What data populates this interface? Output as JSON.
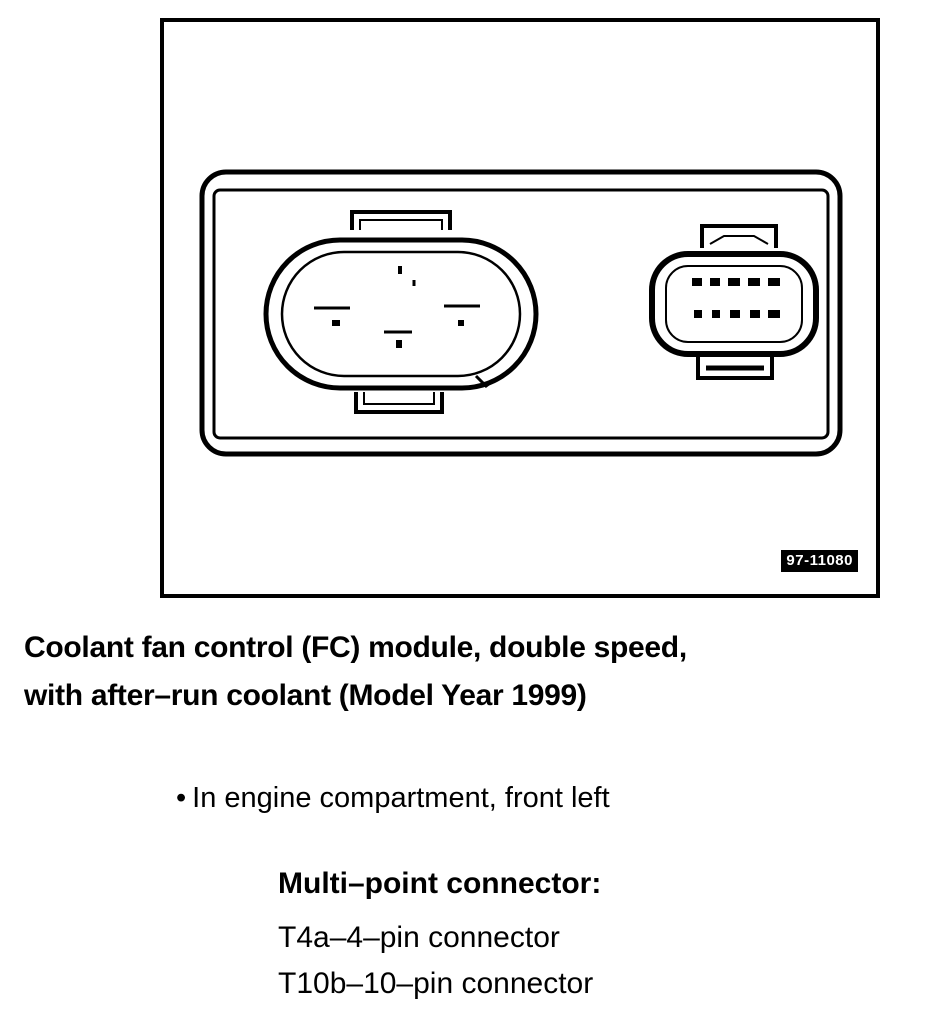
{
  "figure": {
    "id_label": "97-11080"
  },
  "caption": {
    "line1": "Coolant fan control (FC) module, double speed,",
    "line2": "with after–run coolant (Model Year 1999)"
  },
  "location": {
    "bullet": "•",
    "text": "In engine compartment, front left"
  },
  "connectors": {
    "heading": "Multi–point connector:",
    "items": [
      "T4a–4–pin connector",
      "T10b–10–pin connector"
    ]
  }
}
